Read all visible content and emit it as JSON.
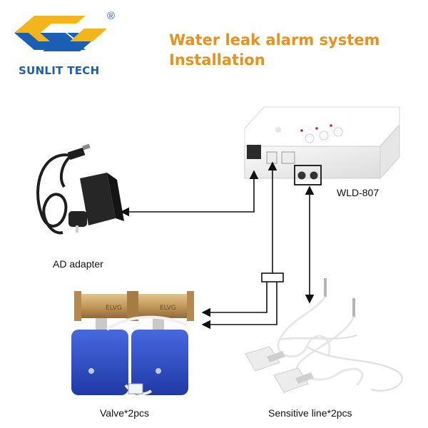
{
  "brand": {
    "name": "SUNLIT TECH",
    "registered_mark": "®",
    "colors": {
      "blue": "#1a5fb4",
      "gold": "#f2b51c"
    }
  },
  "title": {
    "line1": "Water leak alarm system",
    "line2": "Installation",
    "color": "#e8911c"
  },
  "components": {
    "adapter": "AD adapter",
    "controller": "WLD-807",
    "valve": "Valve*2pcs",
    "sensor": "Sensitive line*2pcs"
  },
  "colors": {
    "valve_blue": "#2d4fc9",
    "brass": "#c9a266",
    "controller_body": "#f3f3f3",
    "connector_arrow": "#111111"
  }
}
